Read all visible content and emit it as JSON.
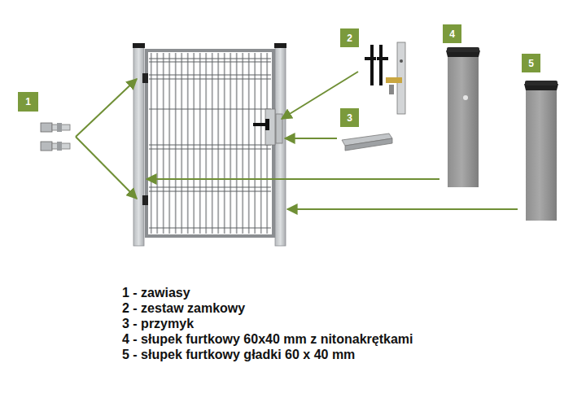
{
  "diagram": {
    "nodes": [
      {
        "text": [
          "1"
        ]
      },
      {
        "text": [
          "2"
        ]
      },
      {
        "text": [
          "3"
        ]
      },
      {
        "text": [
          "4"
        ]
      },
      {
        "text": [
          "5"
        ]
      }
    ],
    "labels": [
      "1 - zawiasy",
      "2 - zestaw zamkowy",
      "3 - przymyk",
      "4 - słupek furtkowy 60x40 mm z nitonakrętkami",
      "5 - słupek furtkowy gładki 60 x 40 mm"
    ]
  }
}
